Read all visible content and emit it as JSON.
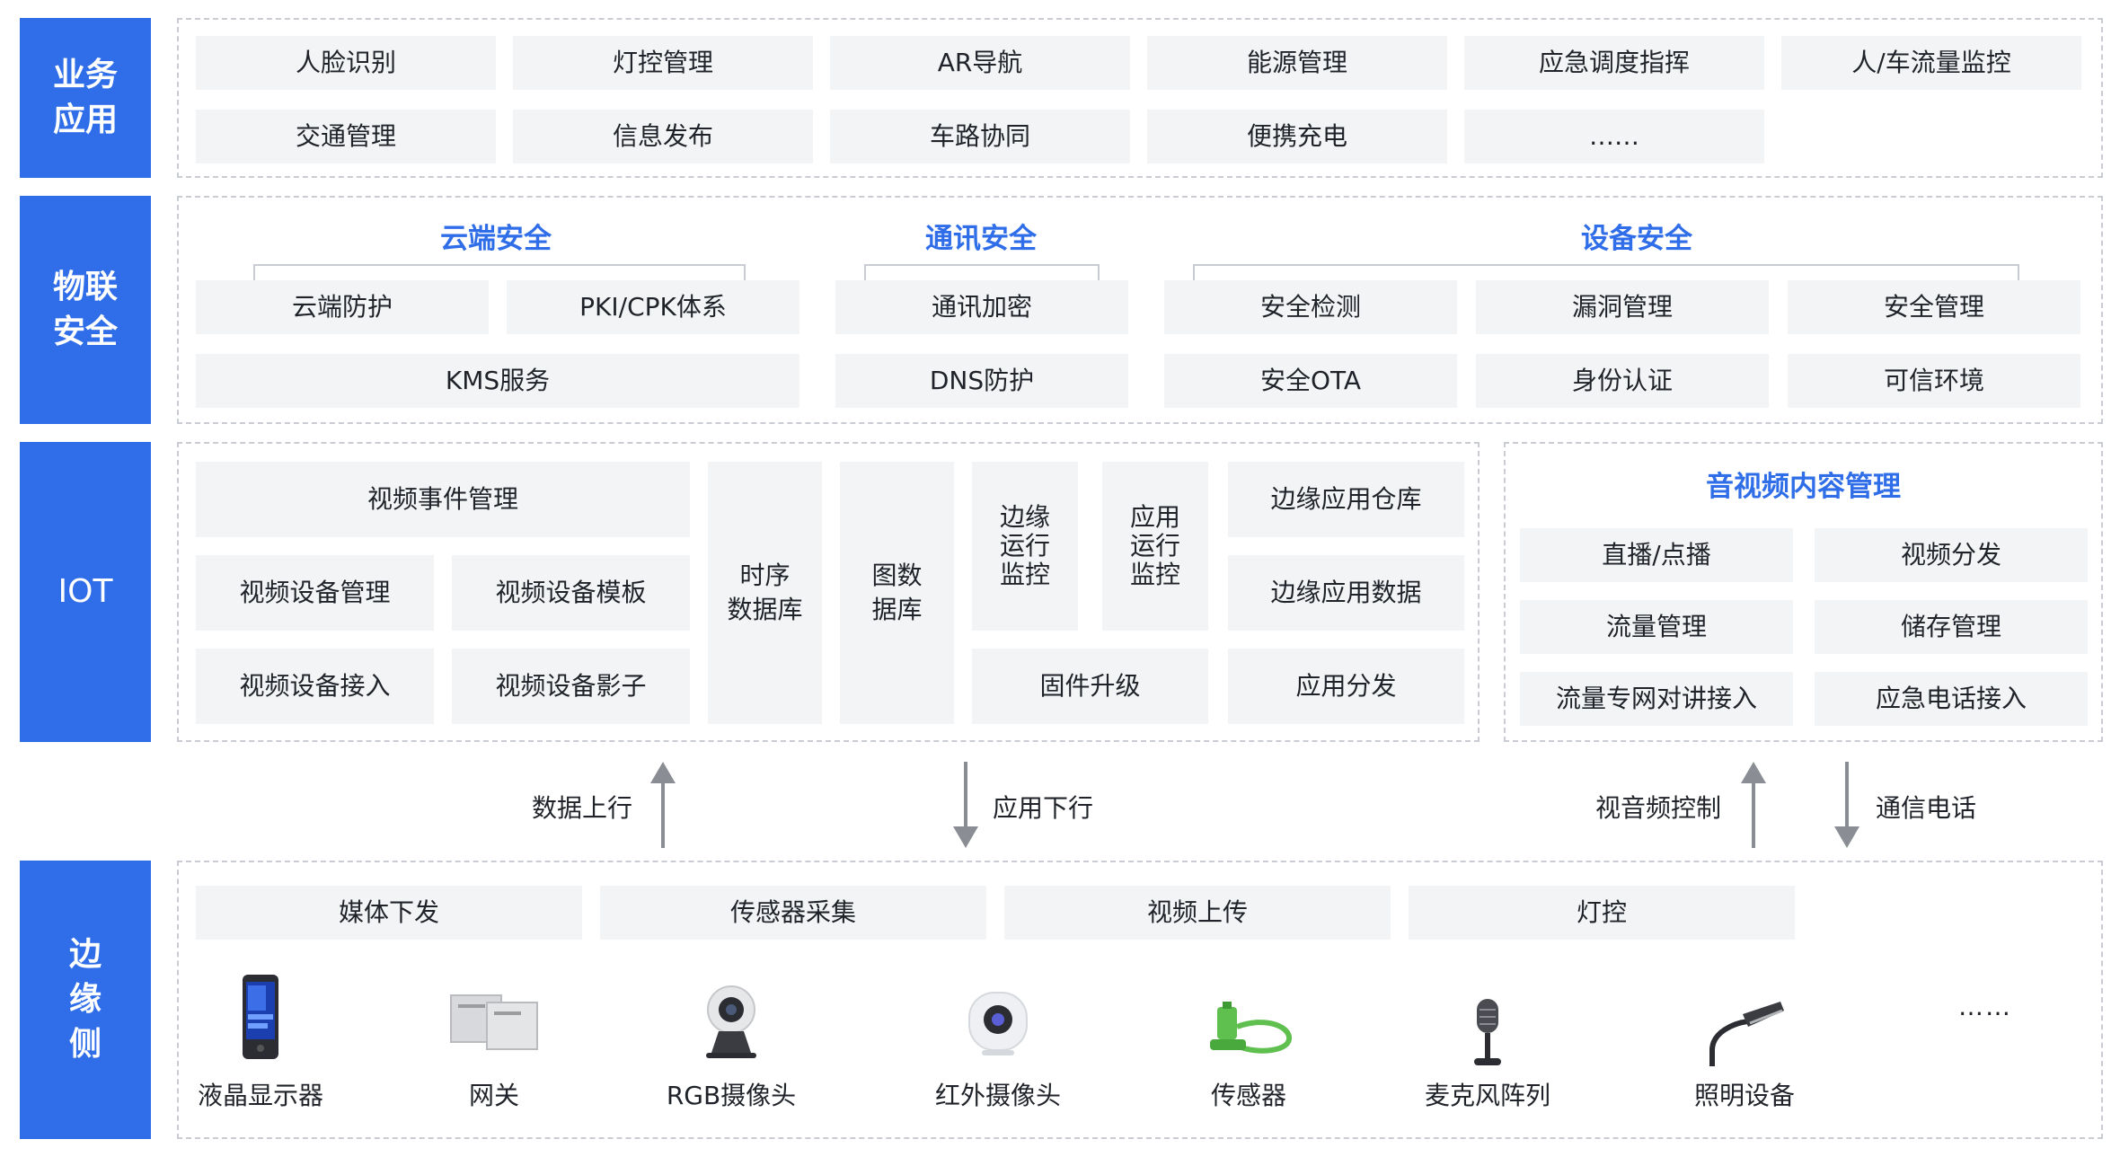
{
  "side_labels": {
    "app": "业务\n应用",
    "security": "物联\n安全",
    "iot": "IOT",
    "edge": "边\n缘\n侧"
  },
  "app_items": [
    "人脸识别",
    "灯控管理",
    "AR导航",
    "能源管理",
    "应急调度指挥",
    "人/车流量监控",
    "交通管理",
    "信息发布",
    "车路协同",
    "便携充电",
    "……"
  ],
  "security": {
    "headers": [
      "云端安全",
      "通讯安全",
      "设备安全"
    ],
    "items": [
      "云端防护",
      "PKI/CPK体系",
      "KMS服务",
      "通讯加密",
      "DNS防护",
      "安全检测",
      "漏洞管理",
      "安全管理",
      "安全OTA",
      "身份认证",
      "可信环境"
    ]
  },
  "iot": {
    "items": [
      "视频事件管理",
      "视频设备管理",
      "视频设备模板",
      "视频设备接入",
      "视频设备影子",
      "时序\n数据库",
      "图数\n据库",
      "边缘\n运行\n监控",
      "应用\n运行\n监控",
      "边缘应用仓库",
      "边缘应用数据",
      "固件升级",
      "应用分发"
    ],
    "media_title": "音视频内容管理",
    "media_items": [
      "直播/点播",
      "视频分发",
      "流量管理",
      "储存管理",
      "流量专网对讲接入",
      "应急电话接入"
    ]
  },
  "arrows": [
    "数据上行",
    "应用下行",
    "视音频控制",
    "通信电话"
  ],
  "edge": {
    "functions": [
      "媒体下发",
      "传感器采集",
      "视频上传",
      "灯控"
    ],
    "devices": [
      "液晶显示器",
      "网关",
      "RGB摄像头",
      "红外摄像头",
      "传感器",
      "麦克风阵列",
      "照明设备"
    ],
    "more": "……"
  },
  "colors": {
    "accent": "#2f6ee8",
    "cell_bg": "#f3f4f6",
    "border": "#c9ccd2",
    "arrow": "#8a8d93"
  },
  "icons": [
    "lcd-display-icon",
    "gateway-icon",
    "rgb-camera-icon",
    "infrared-camera-icon",
    "sensor-icon",
    "microphone-array-icon",
    "lighting-device-icon"
  ]
}
